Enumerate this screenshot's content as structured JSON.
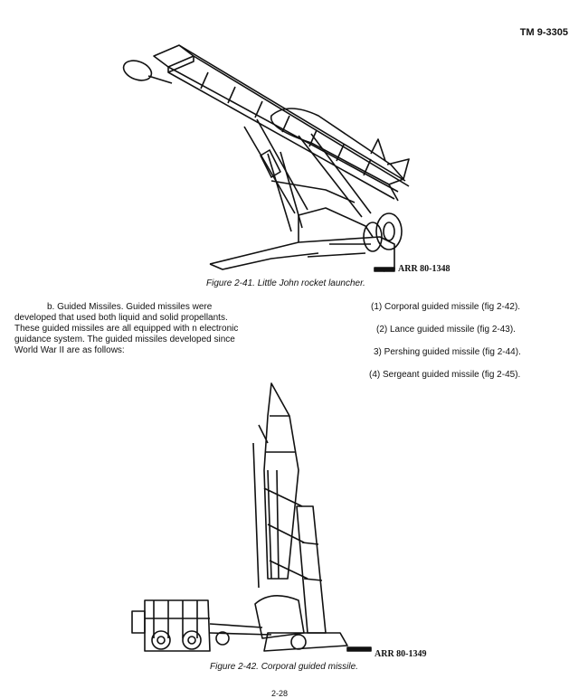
{
  "document": {
    "id": "TM 9-3305",
    "folio": "2-28"
  },
  "figure_41": {
    "caption": "Figure 2-41.  Little John rocket launcher.",
    "code": "ARR 80-1348"
  },
  "paragraph": {
    "lead": "b.    Guided Missiles.  Guided missiles were",
    "lines": [
      "developed that used both liquid and solid propellants.",
      "These guided missiles are all equipped with n electronic",
      "guidance system.  The guided missiles developed since",
      "World War II are as follows:"
    ]
  },
  "missile_list": [
    "(1) Corporal guided missile (fig 2-42).",
    "(2) Lance guided missile (fig 2-43).",
    "3) Pershing guided missile (fig 2-44).",
    "(4) Sergeant guided missile (fig 2-45)."
  ],
  "figure_42": {
    "caption": "Figure 2-42.  Corporal guided missile.",
    "code": "ARR 80-1349"
  }
}
